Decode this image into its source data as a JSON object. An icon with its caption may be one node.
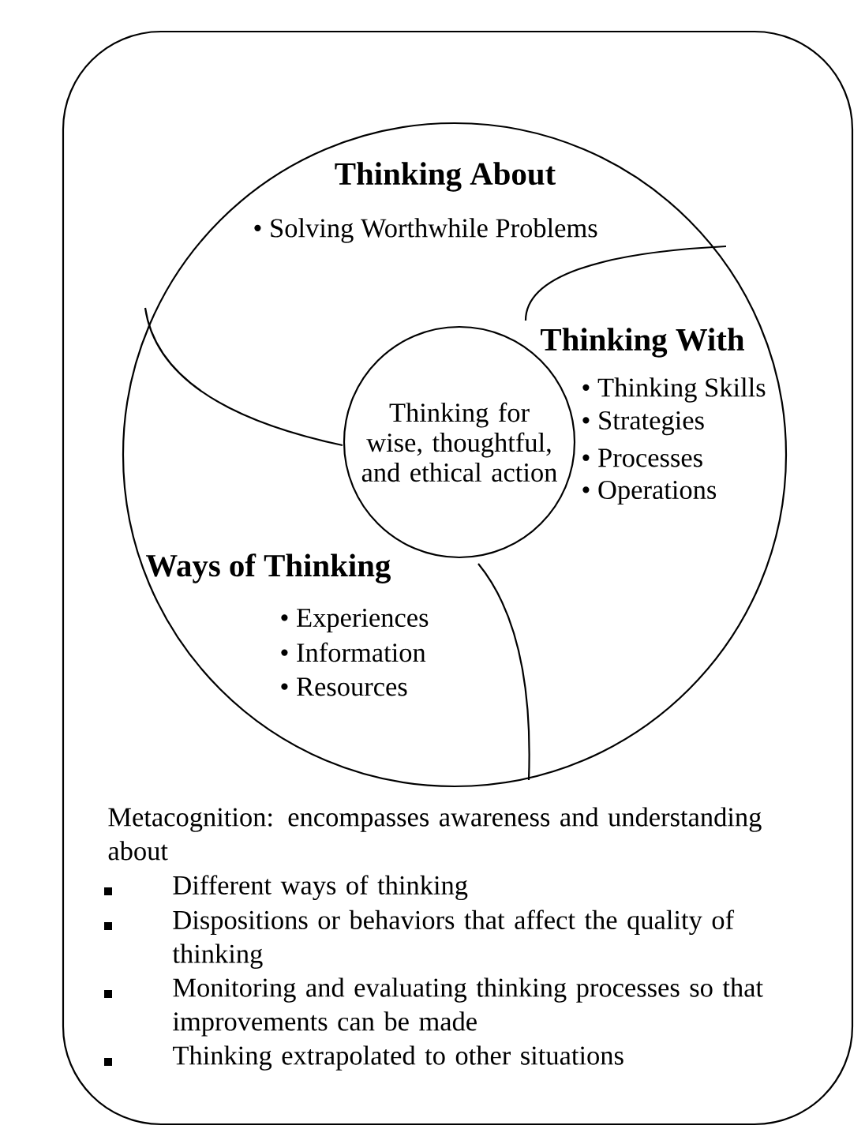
{
  "diagram": {
    "nodes": [
      {
        "text": [
          "Metacognition: encompasses awareness and understanding about",
          "Different ways of thinking",
          "Dispositions or behaviors that affect the quality of thinking",
          "Monitoring and evaluating thinking processes so that improvements can be made",
          "Thinking extrapolated to other situations"
        ]
      },
      {
        "text": [
          "Thinking About",
          "• Solving Worthwhile Problems",
          "Thinking With",
          "• Thinking Skills",
          "• Strategies",
          "• Processes",
          "• Operations",
          "Ways of Thinking",
          "• Experiences",
          "• Information",
          "• Resources"
        ],
        "in": 0
      },
      {
        "text": [
          "Thinking for wise, thoughtful, and ethical action"
        ],
        "in": 1
      }
    ]
  }
}
